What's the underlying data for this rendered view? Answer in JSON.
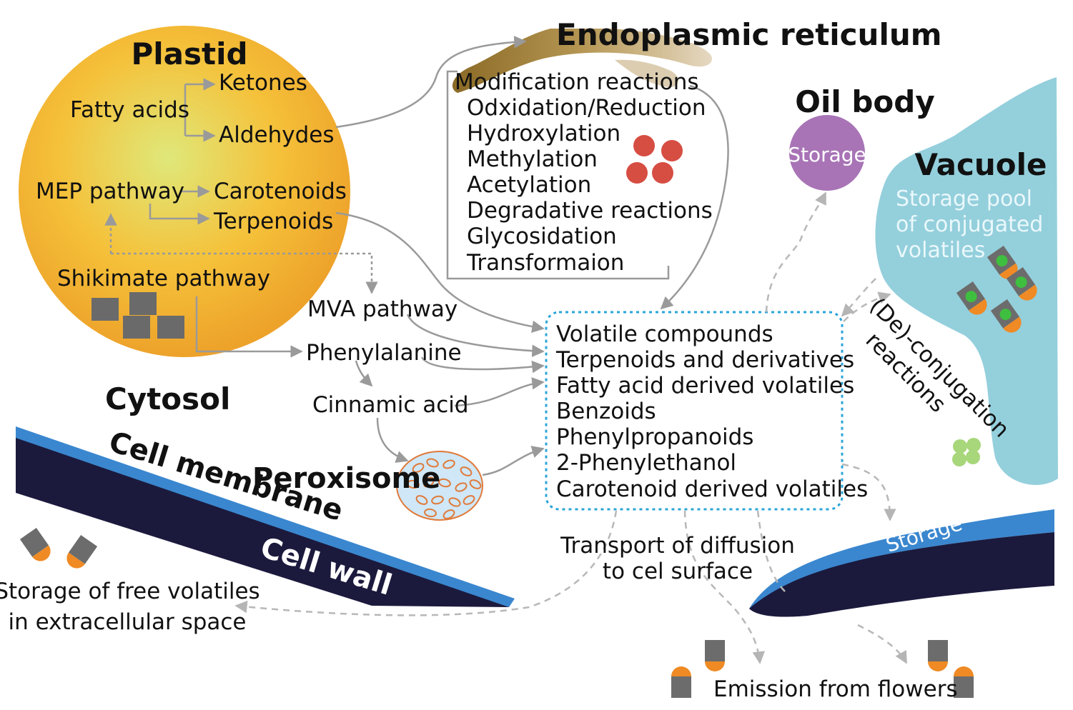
{
  "plastid": {
    "title": "Plastid",
    "fatty_acids": "Fatty acids",
    "ketones": "Ketones",
    "aldehydes": "Aldehydes",
    "mep": "MEP pathway",
    "carotenoids": "Carotenoids",
    "terpenoids": "Terpenoids",
    "shikimate": "Shikimate pathway"
  },
  "er": {
    "title": "Endoplasmic reticulum",
    "heading": "Modification reactions",
    "items": [
      "Odxidation/Reduction",
      "Hydroxylation",
      "Methylation",
      "Acetylation",
      "Degradative reactions",
      "Glycosidation",
      "Transformaion"
    ]
  },
  "oil_body": {
    "title": "Oil body",
    "storage": "Storage"
  },
  "vacuole": {
    "title": "Vacuole",
    "pool": [
      "Storage pool",
      "of conjugated",
      "volatiles"
    ]
  },
  "cytosol": {
    "title": "Cytosol",
    "mva": "MVA pathway",
    "phenylalanine": "Phenylalanine",
    "cinnamic": "Cinnamic acid"
  },
  "peroxisome": "Peroxisome",
  "volatiles": {
    "items": [
      "Volatile compounds",
      "Terpenoids and derivatives",
      "Fatty acid derived volatiles",
      "Benzoids",
      "Phenylpropanoids",
      "2-Phenylethanol",
      "Carotenoid derived volatiles"
    ]
  },
  "conjugation": [
    "(De)-conjugation",
    "reactions"
  ],
  "membrane": {
    "membrane": "Cell membrane",
    "wall": "Cell wall"
  },
  "transport": [
    "Transport of diffusion",
    "to cel surface"
  ],
  "extracellular": [
    "Storage of free volatiles",
    "in extracellular space"
  ],
  "surface_storage": "Storage",
  "emission": "Emission from flowers"
}
